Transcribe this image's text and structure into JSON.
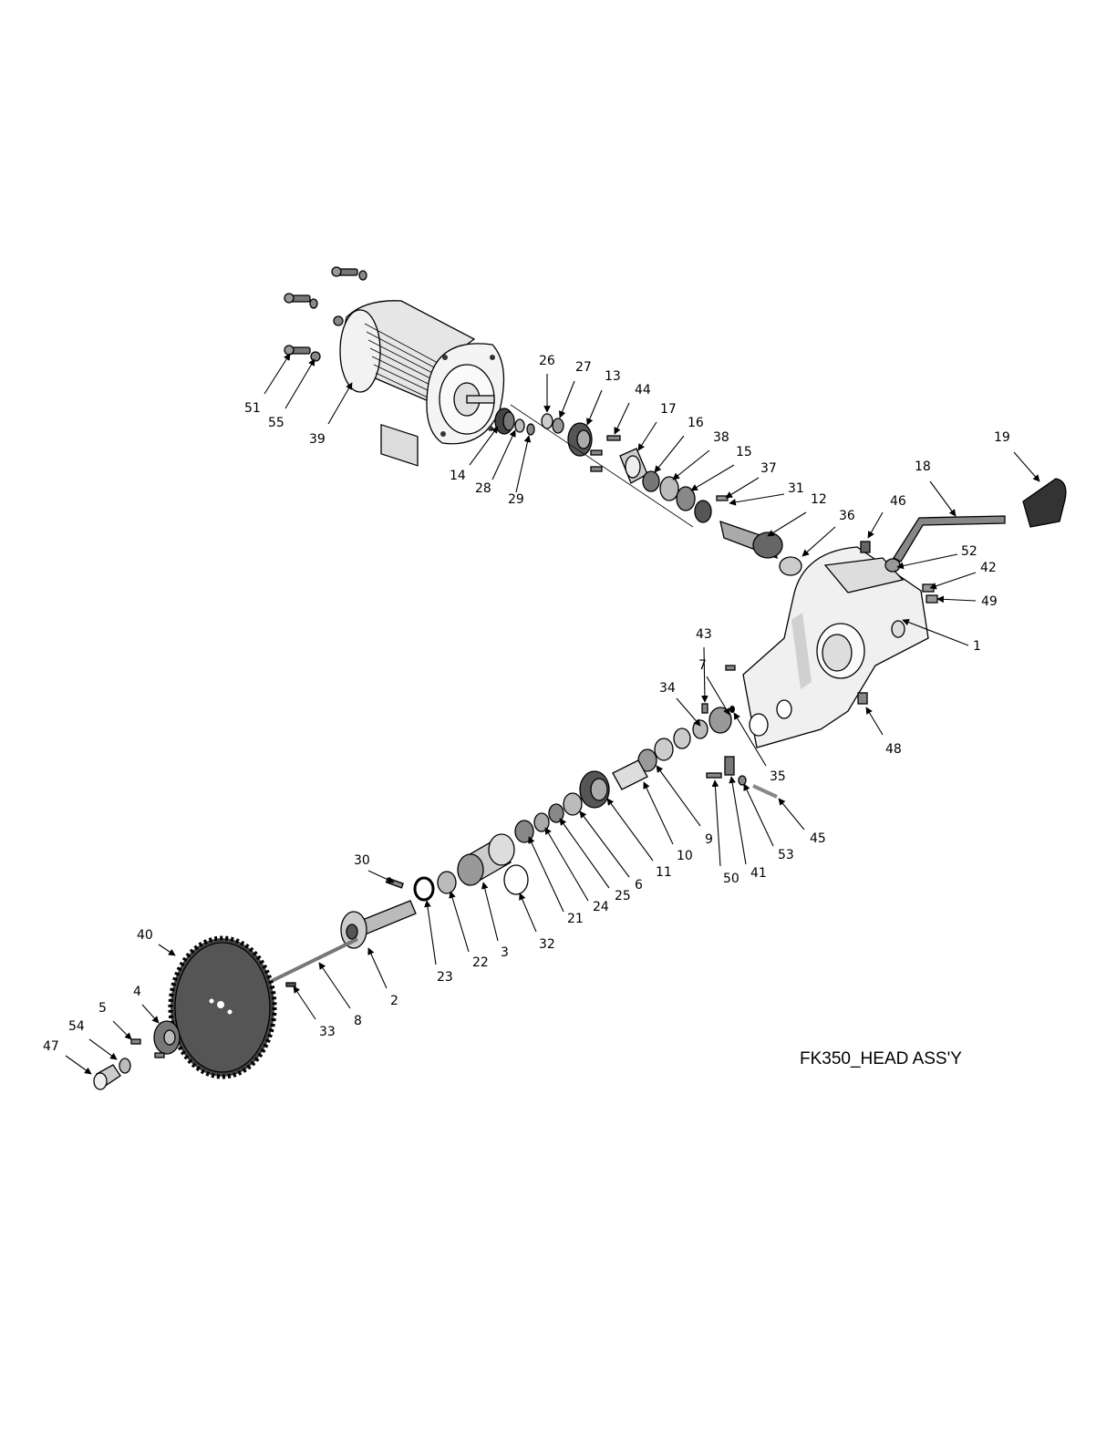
{
  "title": "FK350_HEAD ASS'Y",
  "callouts": [
    {
      "id": "c51",
      "label": "51"
    },
    {
      "id": "c55",
      "label": "55"
    },
    {
      "id": "c39",
      "label": "39"
    },
    {
      "id": "c26",
      "label": "26"
    },
    {
      "id": "c27",
      "label": "27"
    },
    {
      "id": "c13",
      "label": "13"
    },
    {
      "id": "c44",
      "label": "44"
    },
    {
      "id": "c17",
      "label": "17"
    },
    {
      "id": "c16",
      "label": "16"
    },
    {
      "id": "c38",
      "label": "38"
    },
    {
      "id": "c15",
      "label": "15"
    },
    {
      "id": "c37",
      "label": "37"
    },
    {
      "id": "c31",
      "label": "31"
    },
    {
      "id": "c12",
      "label": "12"
    },
    {
      "id": "c36",
      "label": "36"
    },
    {
      "id": "c14",
      "label": "14"
    },
    {
      "id": "c28",
      "label": "28"
    },
    {
      "id": "c29",
      "label": "29"
    },
    {
      "id": "c19",
      "label": "19"
    },
    {
      "id": "c18",
      "label": "18"
    },
    {
      "id": "c46",
      "label": "46"
    },
    {
      "id": "c52",
      "label": "52"
    },
    {
      "id": "c42",
      "label": "42"
    },
    {
      "id": "c49",
      "label": "49"
    },
    {
      "id": "c1",
      "label": "1"
    },
    {
      "id": "c43",
      "label": "43"
    },
    {
      "id": "c7",
      "label": "7"
    },
    {
      "id": "c34",
      "label": "34"
    },
    {
      "id": "c48",
      "label": "48"
    },
    {
      "id": "c35",
      "label": "35"
    },
    {
      "id": "c45",
      "label": "45"
    },
    {
      "id": "c53",
      "label": "53"
    },
    {
      "id": "c41",
      "label": "41"
    },
    {
      "id": "c50",
      "label": "50"
    },
    {
      "id": "c9",
      "label": "9"
    },
    {
      "id": "c10",
      "label": "10"
    },
    {
      "id": "c11",
      "label": "11"
    },
    {
      "id": "c6",
      "label": "6"
    },
    {
      "id": "c25",
      "label": "25"
    },
    {
      "id": "c24",
      "label": "24"
    },
    {
      "id": "c21",
      "label": "21"
    },
    {
      "id": "c32",
      "label": "32"
    },
    {
      "id": "c3",
      "label": "3"
    },
    {
      "id": "c22",
      "label": "22"
    },
    {
      "id": "c23",
      "label": "23"
    },
    {
      "id": "c30",
      "label": "30"
    },
    {
      "id": "c2",
      "label": "2"
    },
    {
      "id": "c8",
      "label": "8"
    },
    {
      "id": "c33",
      "label": "33"
    },
    {
      "id": "c40",
      "label": "40"
    },
    {
      "id": "c4",
      "label": "4"
    },
    {
      "id": "c5",
      "label": "5"
    },
    {
      "id": "c54",
      "label": "54"
    },
    {
      "id": "c47",
      "label": "47"
    }
  ]
}
